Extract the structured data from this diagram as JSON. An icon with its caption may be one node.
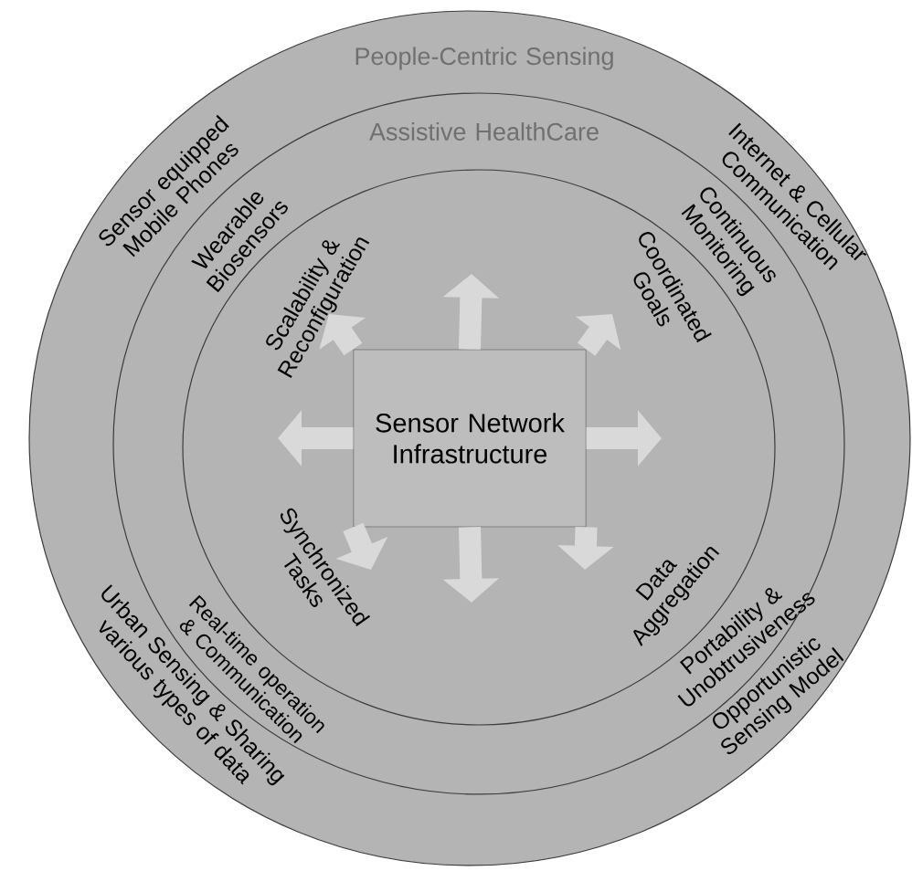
{
  "diagram": {
    "nodes": [
      {
        "text": [
          "People-Centric Sensing",
          "Sensor equipped Mobile Phones",
          "Internet & Cellular Communication",
          "Urban Sensing & Sharing various types of data",
          "Opportunistic Sensing Model"
        ]
      },
      {
        "text": [
          "Assistive HealthCare",
          "Wearable Biosensors",
          "Continuous Monitoring",
          "Real-time operation & Communication",
          "Portability & Unobtrusiveness"
        ],
        "in": 0
      },
      {
        "text": [
          "Scalability & Reconfiguration",
          "Coordinated Goals",
          "Synchronized Tasks",
          "Data Aggregation"
        ],
        "in": 1
      },
      {
        "text": [
          "Sensor Network Infrastructure"
        ],
        "in": 2
      }
    ],
    "edges": [
      {
        "from": 3,
        "to": null,
        "arrow": "to"
      },
      {
        "from": 3,
        "to": null,
        "arrow": "to"
      },
      {
        "from": 3,
        "to": null,
        "arrow": "to"
      },
      {
        "from": 3,
        "to": null,
        "arrow": "to"
      },
      {
        "from": 3,
        "to": null,
        "arrow": "to"
      },
      {
        "from": 3,
        "to": null,
        "arrow": "to"
      },
      {
        "from": 3,
        "to": null,
        "arrow": "to"
      },
      {
        "from": 3,
        "to": null,
        "arrow": "to"
      }
    ]
  }
}
